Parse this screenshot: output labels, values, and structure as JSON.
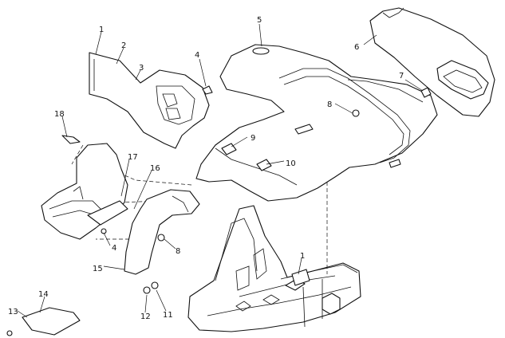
{
  "callouts": [
    {
      "id": "c1",
      "text": "1"
    },
    {
      "id": "c2",
      "text": "2"
    },
    {
      "id": "c3",
      "text": "3"
    },
    {
      "id": "c4",
      "text": "4"
    },
    {
      "id": "c5",
      "text": "5"
    },
    {
      "id": "c6",
      "text": "6"
    },
    {
      "id": "c7",
      "text": "7"
    },
    {
      "id": "c8a",
      "text": "8"
    },
    {
      "id": "c9",
      "text": "9"
    },
    {
      "id": "c10",
      "text": "10"
    },
    {
      "id": "c18",
      "text": "18"
    },
    {
      "id": "c17",
      "text": "17"
    },
    {
      "id": "c16",
      "text": "16"
    },
    {
      "id": "c4b",
      "text": "4"
    },
    {
      "id": "c8b",
      "text": "8"
    },
    {
      "id": "c15",
      "text": "15"
    },
    {
      "id": "c1b",
      "text": "1"
    },
    {
      "id": "c12",
      "text": "12"
    },
    {
      "id": "c11",
      "text": "11"
    },
    {
      "id": "c14",
      "text": "14"
    },
    {
      "id": "c13",
      "text": "13"
    }
  ]
}
